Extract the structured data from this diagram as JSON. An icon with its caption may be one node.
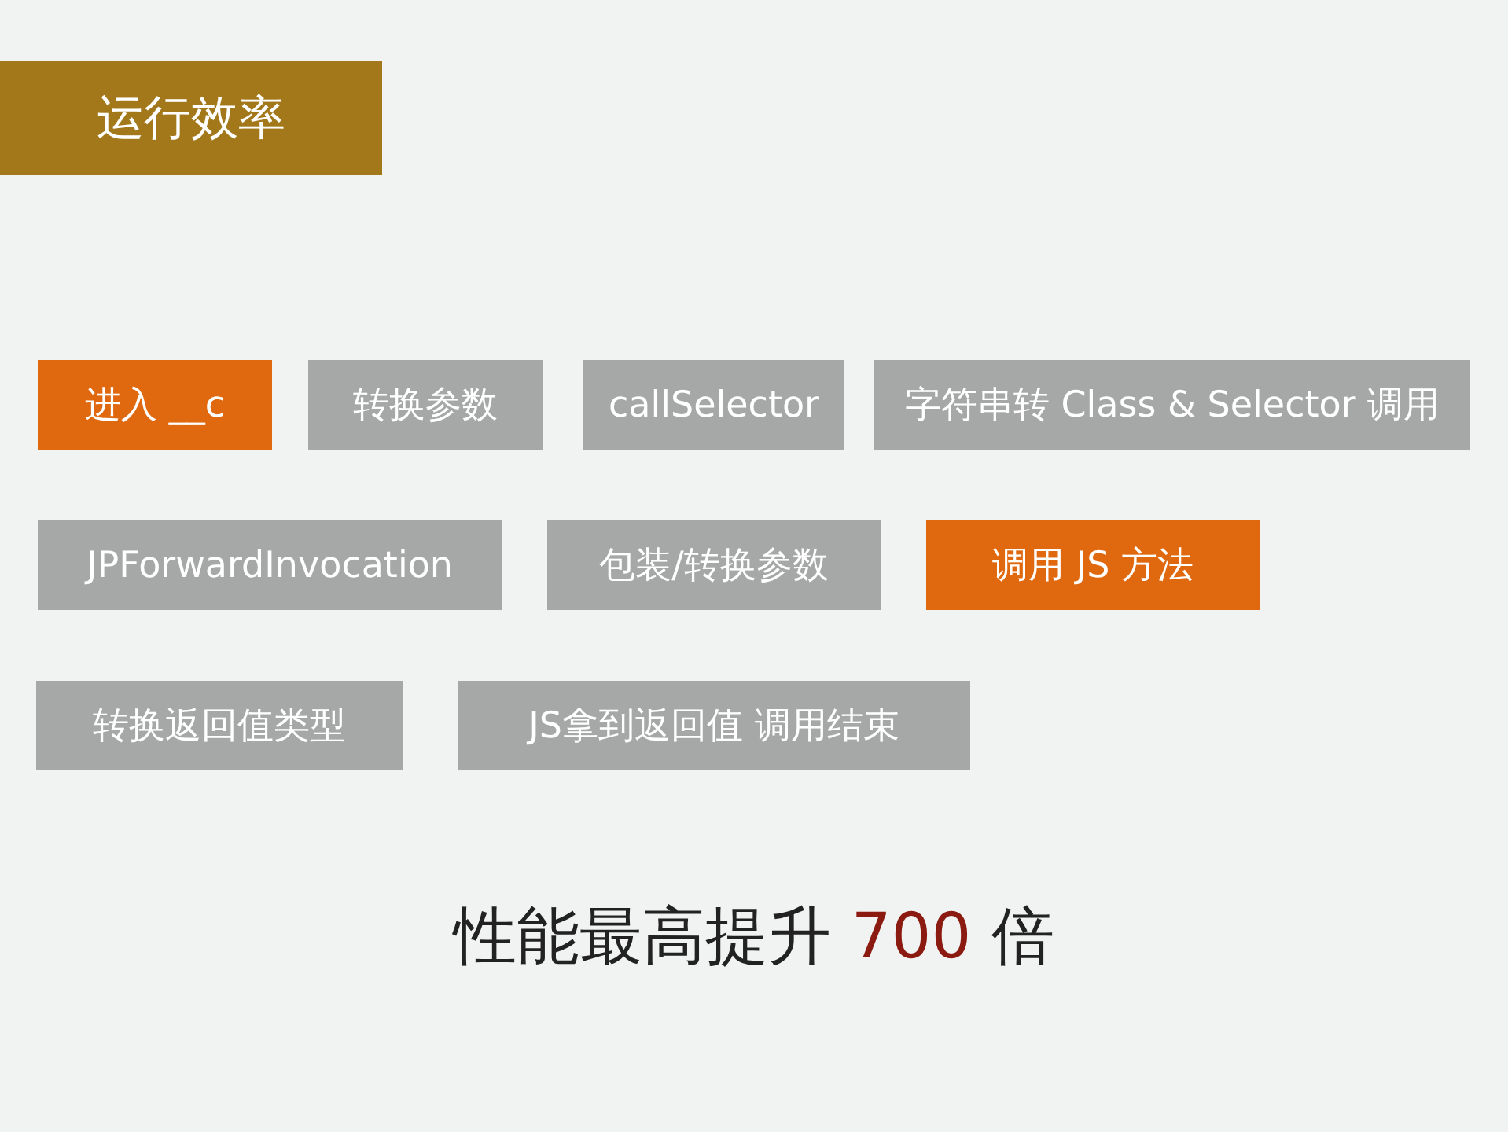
{
  "diagram": {
    "title": "运行效率",
    "nodes": [
      {
        "text": [
          "进入 __c"
        ]
      },
      {
        "text": [
          "转换参数"
        ]
      },
      {
        "text": [
          "callSelector"
        ]
      },
      {
        "text": [
          "字符串转 Class & Selector 调用"
        ]
      },
      {
        "text": [
          "JPForwardInvocation"
        ]
      },
      {
        "text": [
          "包装/转换参数"
        ]
      },
      {
        "text": [
          "调用 JS 方法"
        ]
      },
      {
        "text": [
          "转换返回值类型"
        ]
      },
      {
        "text": [
          "JS拿到返回值 调用结束"
        ]
      }
    ],
    "labels": [
      "性能最高提升",
      "700",
      "倍"
    ]
  }
}
